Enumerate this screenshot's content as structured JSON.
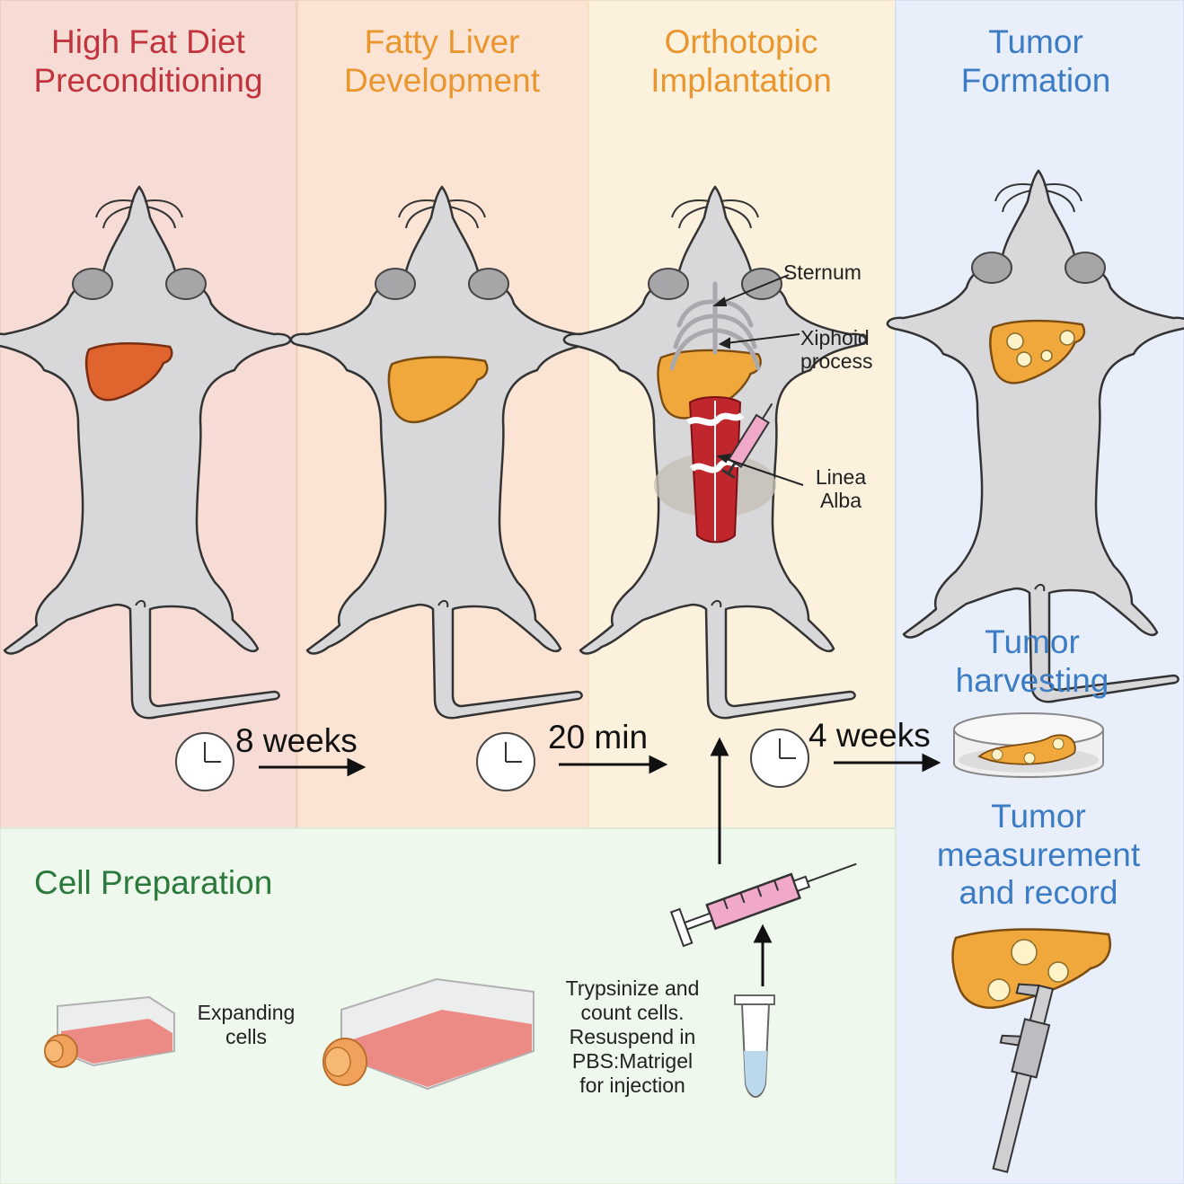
{
  "stages": [
    {
      "title_line1": "High Fat Diet",
      "title_line2": "Preconditioning",
      "color": "#c0343d"
    },
    {
      "title_line1": "Fatty Liver",
      "title_line2": "Development",
      "color": "#e9962f"
    },
    {
      "title_line1": "Orthotopic",
      "title_line2": "Implantation",
      "color": "#e9962f"
    },
    {
      "title_line1": "Tumor",
      "title_line2": "Formation",
      "color": "#3b7cc4"
    }
  ],
  "anatomy": {
    "sternum": "Sternum",
    "xiphoid_line1": "Xiphoid",
    "xiphoid_line2": "process",
    "linea_line1": "Linea",
    "linea_line2": "Alba"
  },
  "timeline": {
    "step1": "8 weeks",
    "step2": "20 min",
    "step3": "4 weeks"
  },
  "harvest": {
    "line1": "Tumor",
    "line2": "harvesting"
  },
  "measure": {
    "line1": "Tumor",
    "line2": "measurement",
    "line3": "and record"
  },
  "prep": {
    "title": "Cell Preparation",
    "expand_line1": "Expanding",
    "expand_line2": "cells",
    "trypsin_lines": [
      "Trypsinize and",
      "count cells.",
      "Resuspend in",
      "PBS:Matrigel",
      "for injection"
    ]
  },
  "colors": {
    "panel_hfd": "#f7dcd6",
    "panel_fatty": "#fbe4d3",
    "panel_ortho": "#fcf1dd",
    "panel_tumor": "#e8effb",
    "panel_prep": "#eef8ec",
    "liver_hfd": "#e0642e",
    "liver_fatty": "#f0a83c",
    "muscle": "#c0272d"
  }
}
